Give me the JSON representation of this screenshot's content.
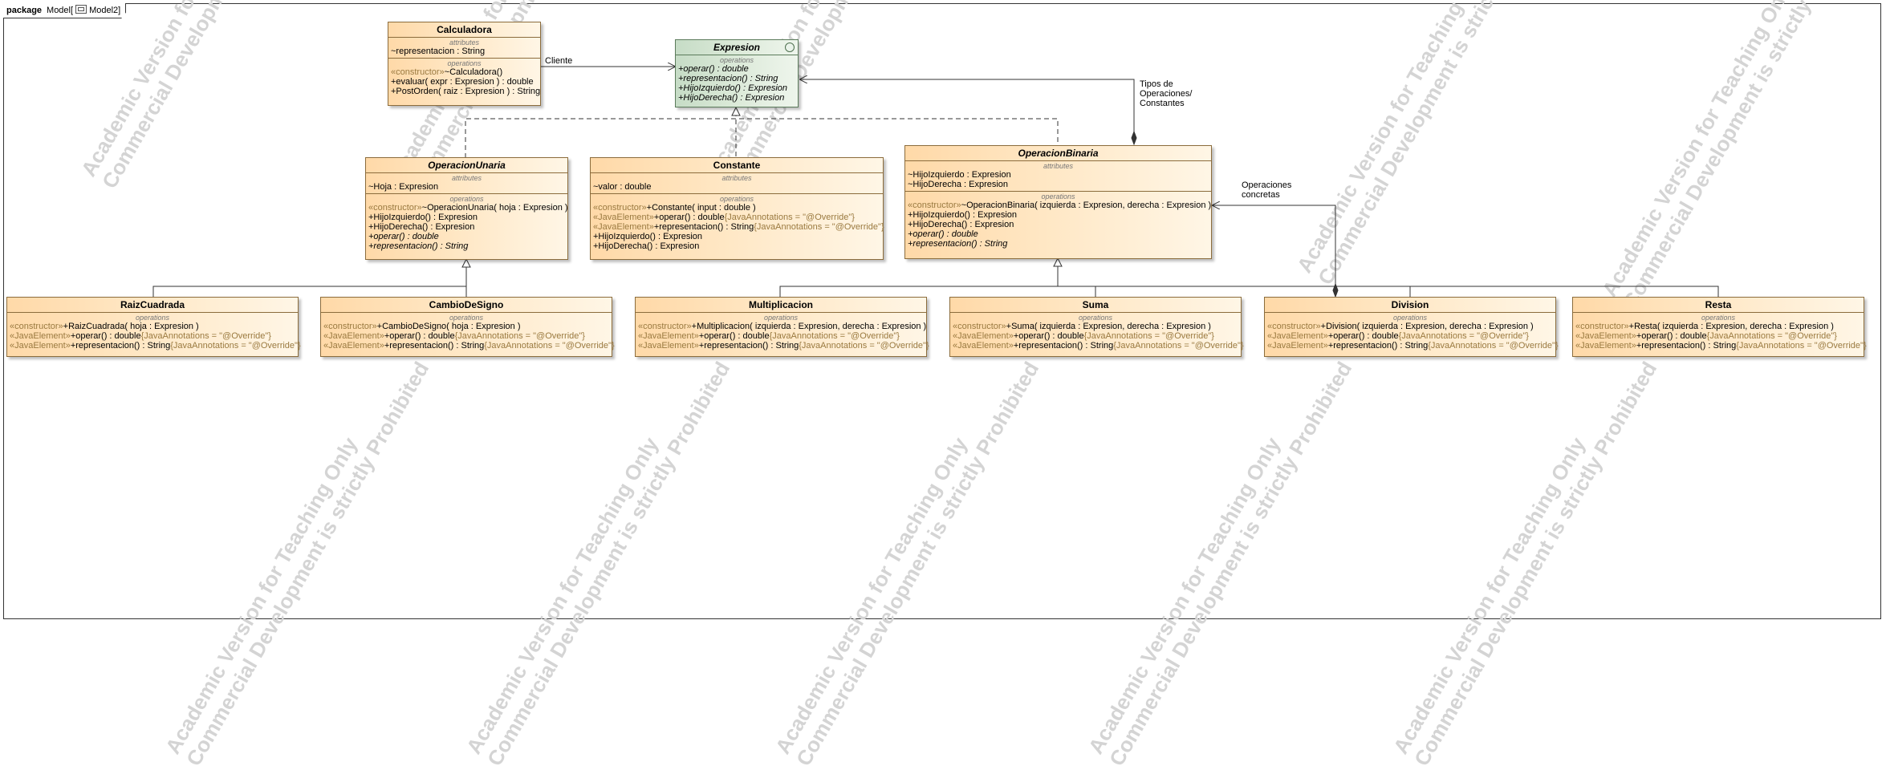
{
  "package": {
    "keyword": "package",
    "name": "Model",
    "diagram": "Model2"
  },
  "watermark": {
    "line1": "Academic Version for Teaching Only",
    "line2": "Commercial Development is strictly Prohibited"
  },
  "labels": {
    "cliente": "Cliente",
    "tipos": "Tipos de\nOperaciones/\nConstantes",
    "concretas": "Operaciones\nconcretas"
  },
  "common": {
    "attributes": "attributes",
    "operations": "operations"
  },
  "classes": {
    "calculadora": {
      "name": "Calculadora",
      "attrs": [
        "~representacion : String"
      ],
      "ops": [
        {
          "st": "«constructor»",
          "sig": "~Calculadora()"
        },
        {
          "st": "",
          "sig": "+evaluar( expr : Expresion ) : double"
        },
        {
          "st": "",
          "sig": "+PostOrden( raiz : Expresion ) : String"
        }
      ]
    },
    "expresion": {
      "name": "Expresion",
      "ops": [
        {
          "st": "",
          "sig": "+operar() : double"
        },
        {
          "st": "",
          "sig": "+representacion() : String"
        },
        {
          "st": "",
          "sig": "+HijoIzquierdo() : Expresion"
        },
        {
          "st": "",
          "sig": "+HijoDerecha() : Expresion"
        }
      ]
    },
    "operacionUnaria": {
      "name": "OperacionUnaria",
      "attrs": [
        "~Hoja : Expresion"
      ],
      "ops": [
        {
          "st": "«constructor»",
          "sig": "~OperacionUnaria( hoja : Expresion )"
        },
        {
          "st": "",
          "sig": "+HijoIzquierdo() : Expresion"
        },
        {
          "st": "",
          "sig": "+HijoDerecha() : Expresion"
        },
        {
          "st": "",
          "sig": "+operar() : double",
          "it": true
        },
        {
          "st": "",
          "sig": "+representacion() : String",
          "it": true
        }
      ]
    },
    "constante": {
      "name": "Constante",
      "attrs": [
        "~valor : double"
      ],
      "ops": [
        {
          "st": "«constructor»",
          "sig": "+Constante( input : double )"
        },
        {
          "st": "«JavaElement»",
          "sig": "+operar() : double",
          "ann": "{JavaAnnotations = \"@Override\"}"
        },
        {
          "st": "«JavaElement»",
          "sig": "+representacion() : String",
          "ann": "{JavaAnnotations = \"@Override\"}"
        },
        {
          "st": "",
          "sig": "+HijoIzquierdo() : Expresion"
        },
        {
          "st": "",
          "sig": "+HijoDerecha() : Expresion"
        }
      ]
    },
    "operacionBinaria": {
      "name": "OperacionBinaria",
      "attrs": [
        "~HijoIzquierdo : Expresion",
        "~HijoDerecha : Expresion"
      ],
      "ops": [
        {
          "st": "«constructor»",
          "sig": "~OperacionBinaria( izquierda : Expresion, derecha : Expresion )"
        },
        {
          "st": "",
          "sig": "+HijoIzquierdo() : Expresion"
        },
        {
          "st": "",
          "sig": "+HijoDerecha() : Expresion"
        },
        {
          "st": "",
          "sig": "+operar() : double",
          "it": true
        },
        {
          "st": "",
          "sig": "+representacion() : String",
          "it": true
        }
      ]
    },
    "raizCuadrada": {
      "name": "RaizCuadrada",
      "ops": [
        {
          "st": "«constructor»",
          "sig": "+RaizCuadrada( hoja : Expresion )"
        },
        {
          "st": "«JavaElement»",
          "sig": "+operar() : double",
          "ann": "{JavaAnnotations = \"@Override\"}"
        },
        {
          "st": "«JavaElement»",
          "sig": "+representacion() : String",
          "ann": "{JavaAnnotations = \"@Override\"}"
        }
      ]
    },
    "cambioDeSigno": {
      "name": "CambioDeSigno",
      "ops": [
        {
          "st": "«constructor»",
          "sig": "+CambioDeSigno( hoja : Expresion )"
        },
        {
          "st": "«JavaElement»",
          "sig": "+operar() : double",
          "ann": "{JavaAnnotations = \"@Override\"}"
        },
        {
          "st": "«JavaElement»",
          "sig": "+representacion() : String",
          "ann": "{JavaAnnotations = \"@Override\"}"
        }
      ]
    },
    "multiplicacion": {
      "name": "Multiplicacion",
      "ops": [
        {
          "st": "«constructor»",
          "sig": "+Multiplicacion( izquierda : Expresion, derecha : Expresion )"
        },
        {
          "st": "«JavaElement»",
          "sig": "+operar() : double",
          "ann": "{JavaAnnotations = \"@Override\"}"
        },
        {
          "st": "«JavaElement»",
          "sig": "+representacion() : String",
          "ann": "{JavaAnnotations = \"@Override\"}"
        }
      ]
    },
    "suma": {
      "name": "Suma",
      "ops": [
        {
          "st": "«constructor»",
          "sig": "+Suma( izquierda : Expresion, derecha : Expresion )"
        },
        {
          "st": "«JavaElement»",
          "sig": "+operar() : double",
          "ann": "{JavaAnnotations = \"@Override\"}"
        },
        {
          "st": "«JavaElement»",
          "sig": "+representacion() : String",
          "ann": "{JavaAnnotations = \"@Override\"}"
        }
      ]
    },
    "division": {
      "name": "Division",
      "ops": [
        {
          "st": "«constructor»",
          "sig": "+Division( izquierda : Expresion, derecha : Expresion )"
        },
        {
          "st": "«JavaElement»",
          "sig": "+operar() : double",
          "ann": "{JavaAnnotations = \"@Override\"}"
        },
        {
          "st": "«JavaElement»",
          "sig": "+representacion() : String",
          "ann": "{JavaAnnotations = \"@Override\"}"
        }
      ]
    },
    "resta": {
      "name": "Resta",
      "ops": [
        {
          "st": "«constructor»",
          "sig": "+Resta( izquierda : Expresion, derecha : Expresion )"
        },
        {
          "st": "«JavaElement»",
          "sig": "+operar() : double",
          "ann": "{JavaAnnotations = \"@Override\"}"
        },
        {
          "st": "«JavaElement»",
          "sig": "+representacion() : String",
          "ann": "{JavaAnnotations = \"@Override\"}"
        }
      ]
    }
  }
}
